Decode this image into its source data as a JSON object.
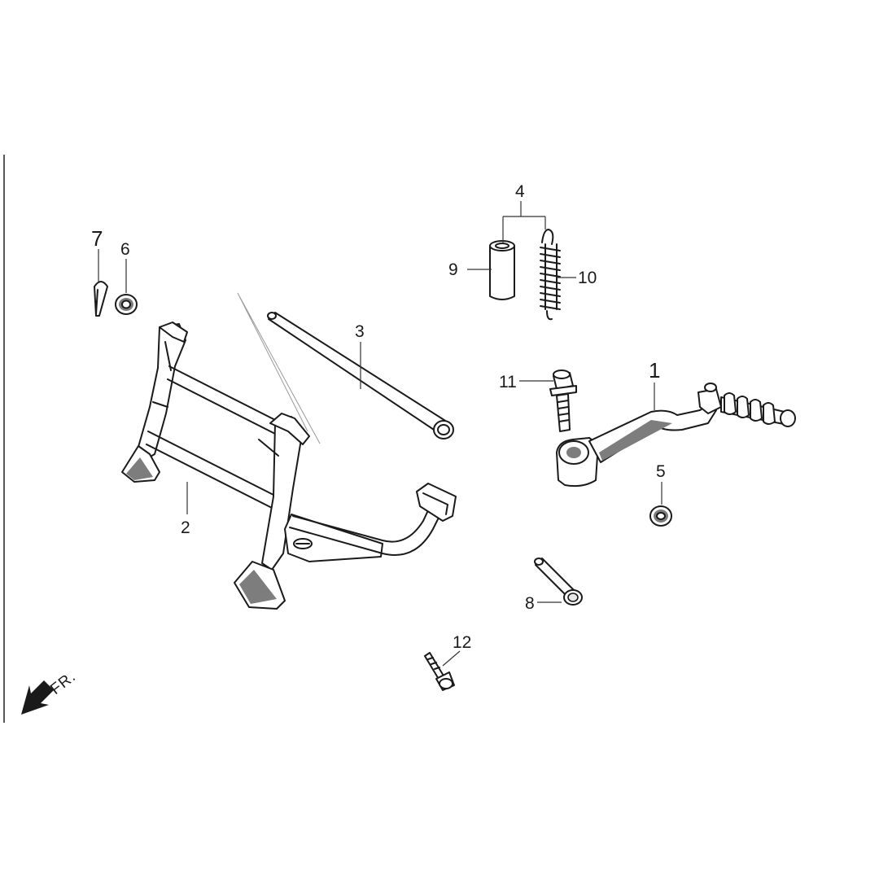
{
  "diagram": {
    "callouts": [
      {
        "id": "1",
        "label": "1"
      },
      {
        "id": "2",
        "label": "2"
      },
      {
        "id": "3",
        "label": "3"
      },
      {
        "id": "4",
        "label": "4"
      },
      {
        "id": "5",
        "label": "5"
      },
      {
        "id": "6",
        "label": "6"
      },
      {
        "id": "7",
        "label": "7"
      },
      {
        "id": "8",
        "label": "8"
      },
      {
        "id": "9",
        "label": "9"
      },
      {
        "id": "10",
        "label": "10"
      },
      {
        "id": "11",
        "label": "11"
      },
      {
        "id": "12",
        "label": "12"
      }
    ],
    "direction_label": "FR."
  }
}
